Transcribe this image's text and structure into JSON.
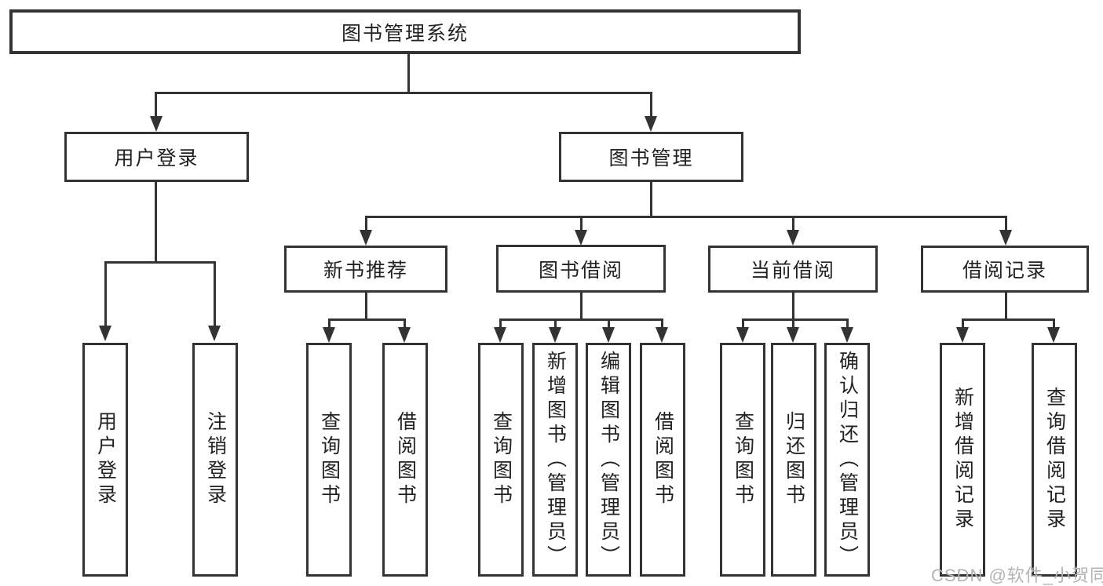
{
  "diagram_title": "图书管理系统",
  "nodes": {
    "root": "图书管理系统",
    "user_login": "用户登录",
    "book_mgmt": "图书管理",
    "new_book_rec": "新书推荐",
    "book_borrow": "图书借阅",
    "current_borrow": "当前借阅",
    "borrow_records": "借阅记录",
    "leaf_user_login": "用户登录",
    "leaf_logout": "注销登录",
    "leaf_query_book_1": "查询图书",
    "leaf_borrow_book_1": "借阅图书",
    "leaf_query_book_2": "查询图书",
    "leaf_add_book_admin": "新增图书（管理员）",
    "leaf_edit_book_admin": "编辑图书（管理员）",
    "leaf_borrow_book_2": "借阅图书",
    "leaf_query_book_3": "查询图书",
    "leaf_return_book": "归还图书",
    "leaf_confirm_return_admin": "确认归还（管理员）",
    "leaf_add_borrow_record": "新增借阅记录",
    "leaf_query_borrow_record": "查询借阅记录"
  },
  "hierarchy": {
    "图书管理系统": {
      "用户登录": [
        "用户登录",
        "注销登录"
      ],
      "图书管理": {
        "新书推荐": [
          "查询图书",
          "借阅图书"
        ],
        "图书借阅": [
          "查询图书",
          "新增图书（管理员）",
          "编辑图书（管理员）",
          "借阅图书"
        ],
        "当前借阅": [
          "查询图书",
          "归还图书",
          "确认归还（管理员）"
        ],
        "借阅记录": [
          "新增借阅记录",
          "查询借阅记录"
        ]
      }
    }
  },
  "watermark": {
    "text": "CSDN @软件_小贺同学"
  },
  "colors": {
    "line": "#333333",
    "text": "#222222",
    "background": "#ffffff",
    "watermark": "#b3b3b3"
  }
}
